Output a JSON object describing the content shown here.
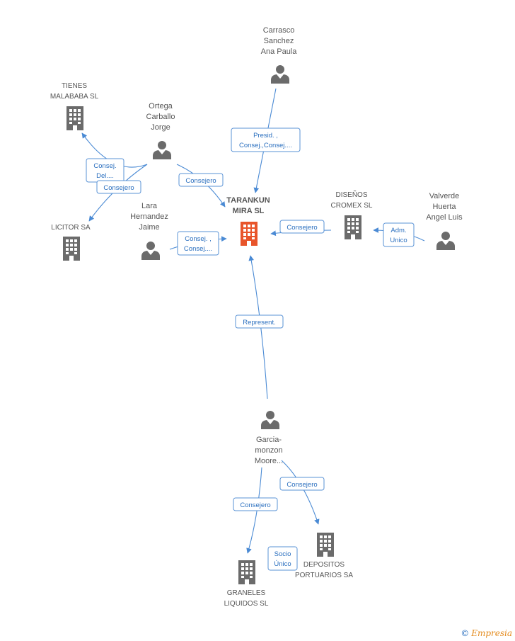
{
  "focus": {
    "line1": "TARANKUN",
    "line2": "MIRA SL"
  },
  "nodes": {
    "carrasco": [
      "Carrasco",
      "Sanchez",
      "Ana Paula"
    ],
    "tienes": [
      "TIENES",
      "MALABABA SL"
    ],
    "ortega": [
      "Ortega",
      "Carballo",
      "Jorge"
    ],
    "licitor": [
      "LICITOR SA"
    ],
    "lara": [
      "Lara",
      "Hernandez",
      "Jaime"
    ],
    "disenos": [
      "DISEÑOS",
      "CROMEX SL"
    ],
    "valverde": [
      "Valverde",
      "Huerta",
      "Angel Luis"
    ],
    "garcia": [
      "Garcia-",
      "monzon",
      "Moore..."
    ],
    "graneles": [
      "GRANELES",
      "LIQUIDOS  SL"
    ],
    "depositos": [
      "DEPOSITOS",
      "PORTUARIOS SA"
    ]
  },
  "edges": {
    "carrasco_focus": [
      "Presid. ,",
      "Consej.,Consej...."
    ],
    "ortega_tienes": [
      "Consej.",
      "Del...."
    ],
    "ortega_licitor": [
      "Consejero"
    ],
    "ortega_focus": [
      "Consejero"
    ],
    "lara_focus": [
      "Consej. ,",
      "Consej...."
    ],
    "disenos_focus": [
      "Consejero"
    ],
    "valverde_disenos": [
      "Adm.",
      "Unico"
    ],
    "garcia_focus": [
      "Represent."
    ],
    "garcia_graneles": [
      "Consejero"
    ],
    "garcia_depositos": [
      "Consejero"
    ],
    "depositos_graneles": [
      "Socio",
      "Único"
    ]
  },
  "footer": {
    "copyright": "©",
    "brand": "Empresia"
  },
  "colors": {
    "edge": "#4a8ad4",
    "focus": "#e8552b",
    "icon": "#6b6b6b"
  }
}
